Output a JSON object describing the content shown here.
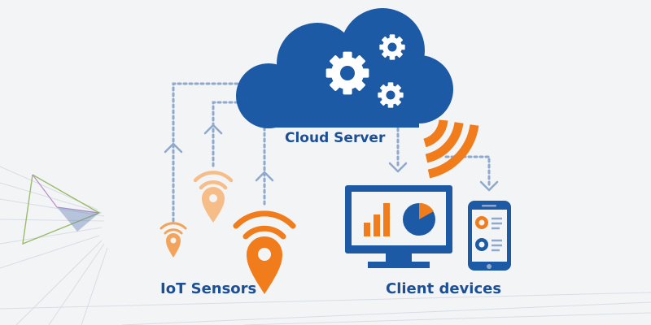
{
  "diagram": {
    "labels": {
      "cloud_server": "Cloud Server",
      "iot_sensors": "IoT Sensors",
      "client_devices": "Client devices"
    },
    "colors": {
      "background": "#f3f4f6",
      "cloud_blue": "#1c5aa6",
      "sensor_orange": "#f07c1b",
      "sensor_orange_light": "#f3a45c",
      "sensor_orange_faint": "#f6bd88",
      "connector": "#8fa9cc",
      "label_text": "#1c4f96"
    },
    "icons": {
      "cloud": "cloud-icon",
      "gears": "gear-icon",
      "sensor": "location-pin-icon",
      "signal": "wifi-signal-icon",
      "monitor": "desktop-monitor-icon",
      "phone": "smartphone-icon"
    }
  }
}
